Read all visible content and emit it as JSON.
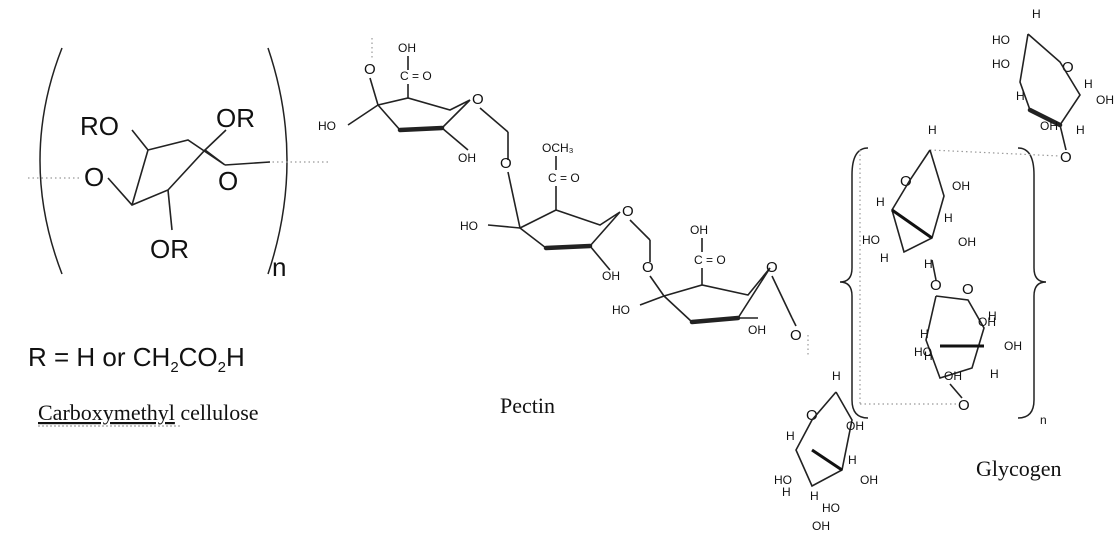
{
  "cmc": {
    "atom_ro": "RO",
    "atom_or_top": "OR",
    "atom_o_left": "O",
    "atom_o_ring": "O",
    "atom_or_bottom": "OR",
    "subscript_n": "n",
    "formula_r_prefix": "R = H  or  CH",
    "formula_sub2a": "2",
    "formula_mid": "CO",
    "formula_sub2b": "2",
    "formula_end": "H",
    "name_underlined": "Carboxymethyl",
    "name_rest": " cellulose"
  },
  "pectin": {
    "label": "Pectin",
    "atoms": {
      "o_top": "O",
      "oh1": "OH",
      "c_eq_o1": "C = O",
      "ho1": "HO",
      "oh_ring1": "OH",
      "o_ring1": "O",
      "och3": "OCH₃",
      "c_eq_o2": "C = O",
      "o_link1": "O",
      "ho2": "HO",
      "oh_ring2": "OH",
      "o_ring2": "O",
      "oh3": "OH",
      "c_eq_o3": "C = O",
      "o_link2": "O",
      "ho3": "HO",
      "oh_ring3": "OH",
      "o_ring3": "O",
      "o_end": "O"
    }
  },
  "glycogen": {
    "label": "Glycogen",
    "subscript_n": "n",
    "atoms": {
      "h": "H",
      "ho": "HO",
      "o": "O",
      "oh": "OH"
    }
  }
}
